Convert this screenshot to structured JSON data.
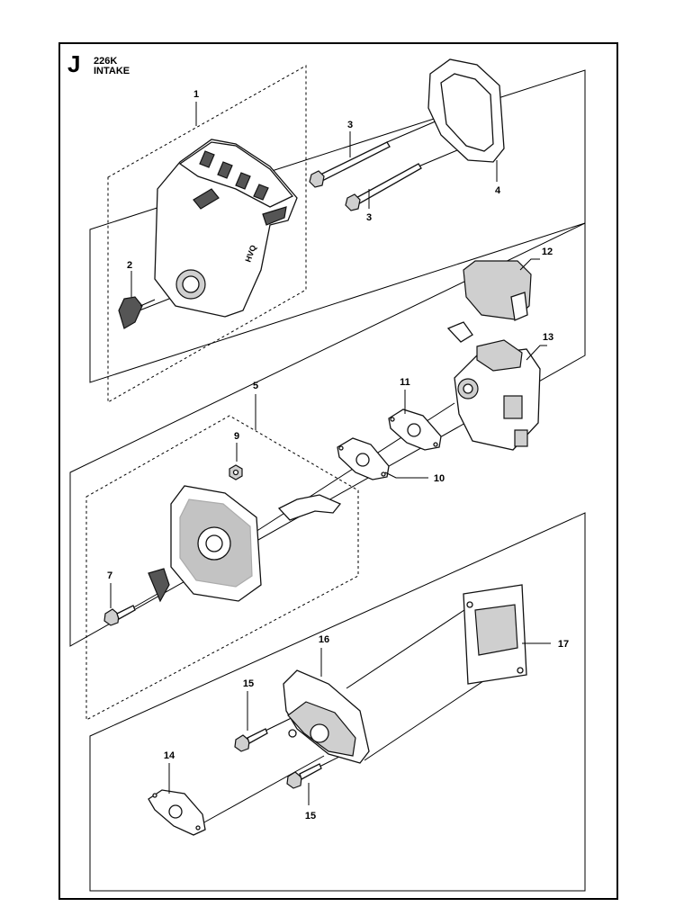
{
  "section_letter": "J",
  "model": "226K",
  "title": "INTAKE",
  "callouts": [
    "1",
    "2",
    "3",
    "3",
    "4",
    "5",
    "7",
    "9",
    "10",
    "11",
    "12",
    "13",
    "14",
    "15",
    "15",
    "16",
    "17"
  ]
}
